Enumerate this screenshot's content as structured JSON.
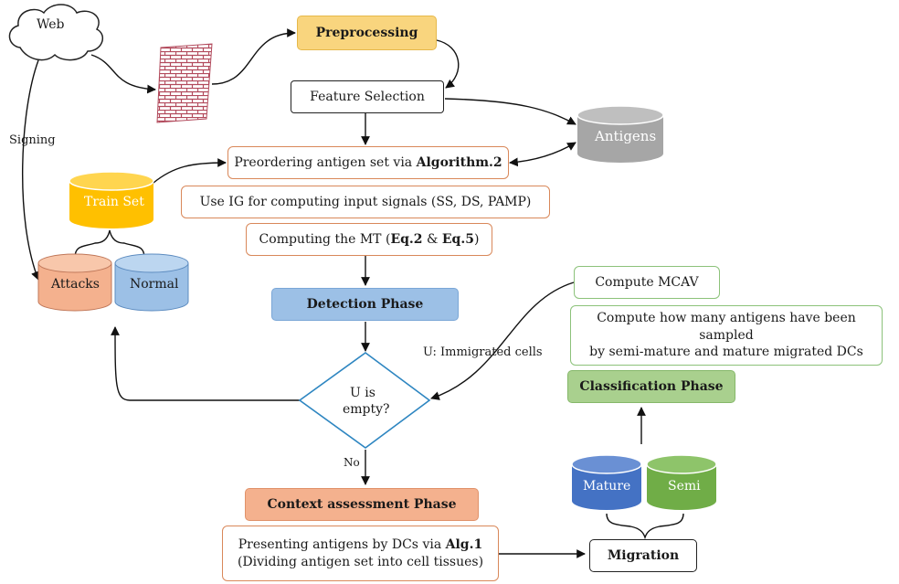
{
  "nodes": {
    "web": "Web",
    "preprocessing": "Preprocessing",
    "feature_selection": "Feature Selection",
    "antigens": "Antigens",
    "preordering": {
      "prefix": "Preordering antigen set via ",
      "bold": "Algorithm.2"
    },
    "train_set": "Train Set",
    "use_ig": "Use IG for computing input signals (SS, DS, PAMP)",
    "computing_mt": {
      "prefix": "Computing the MT (",
      "bold1": "Eq.2",
      "mid": " & ",
      "bold2": "Eq.5",
      "suffix": ")"
    },
    "attacks": "Attacks",
    "normal": "Normal",
    "detection_phase": "Detection Phase",
    "decision": {
      "line1": "U is",
      "line2": "empty?"
    },
    "context_phase": "Context assessment Phase",
    "presenting": {
      "line1_prefix": "Presenting antigens by DCs via ",
      "line1_bold": "Alg.1",
      "line2": "(Dividing antigen set into cell tissues)"
    },
    "migration": "Migration",
    "compute_mcav": "Compute MCAV",
    "compute_count": {
      "line1": "Compute how many antigens have been sampled",
      "line2": "by semi-mature and mature migrated DCs"
    },
    "classification_phase": "Classification Phase",
    "mature": "Mature",
    "semi": "Semi"
  },
  "edge_labels": {
    "signing": "Signing",
    "immigrated": "U: Immigrated cells",
    "no": "No"
  },
  "colors": {
    "preprocessing_fill": "#f9d57e",
    "phase_blue": "#9cc0e6",
    "phase_orange": "#f4b18e",
    "phase_green": "#a9d08e",
    "box_orange_border": "#d9885a",
    "box_green_border": "#8cc27a",
    "diamond_border": "#2e86c1",
    "antigens_db": "#a6a6a6",
    "train_db": "#ffc000",
    "attacks_db": "#f4b18e",
    "normal_db": "#9cc0e6",
    "mature_db": "#4472c4",
    "semi_db": "#70ad47",
    "brick": "#b24a5c"
  }
}
